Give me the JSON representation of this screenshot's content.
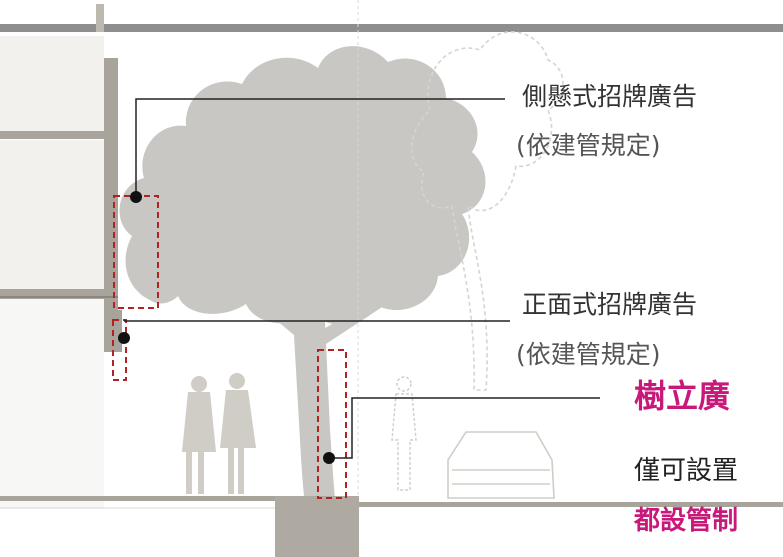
{
  "labels": {
    "side_sign": {
      "title": "側懸式招牌廣告",
      "note": "(依建管規定)"
    },
    "front_sign": {
      "title": "正面式招牌廣告",
      "note": "(依建管規定)"
    },
    "standing_sign": {
      "title": "樹立廣",
      "line2": "僅可設置",
      "line3": "都設管制"
    }
  },
  "colors": {
    "highlight": "#c8187a",
    "dashed_box": "#b22222",
    "building": "#a8a49b",
    "tree": "#c9c7c3",
    "leader": "#222222",
    "top_band": "#8e8e8e"
  }
}
